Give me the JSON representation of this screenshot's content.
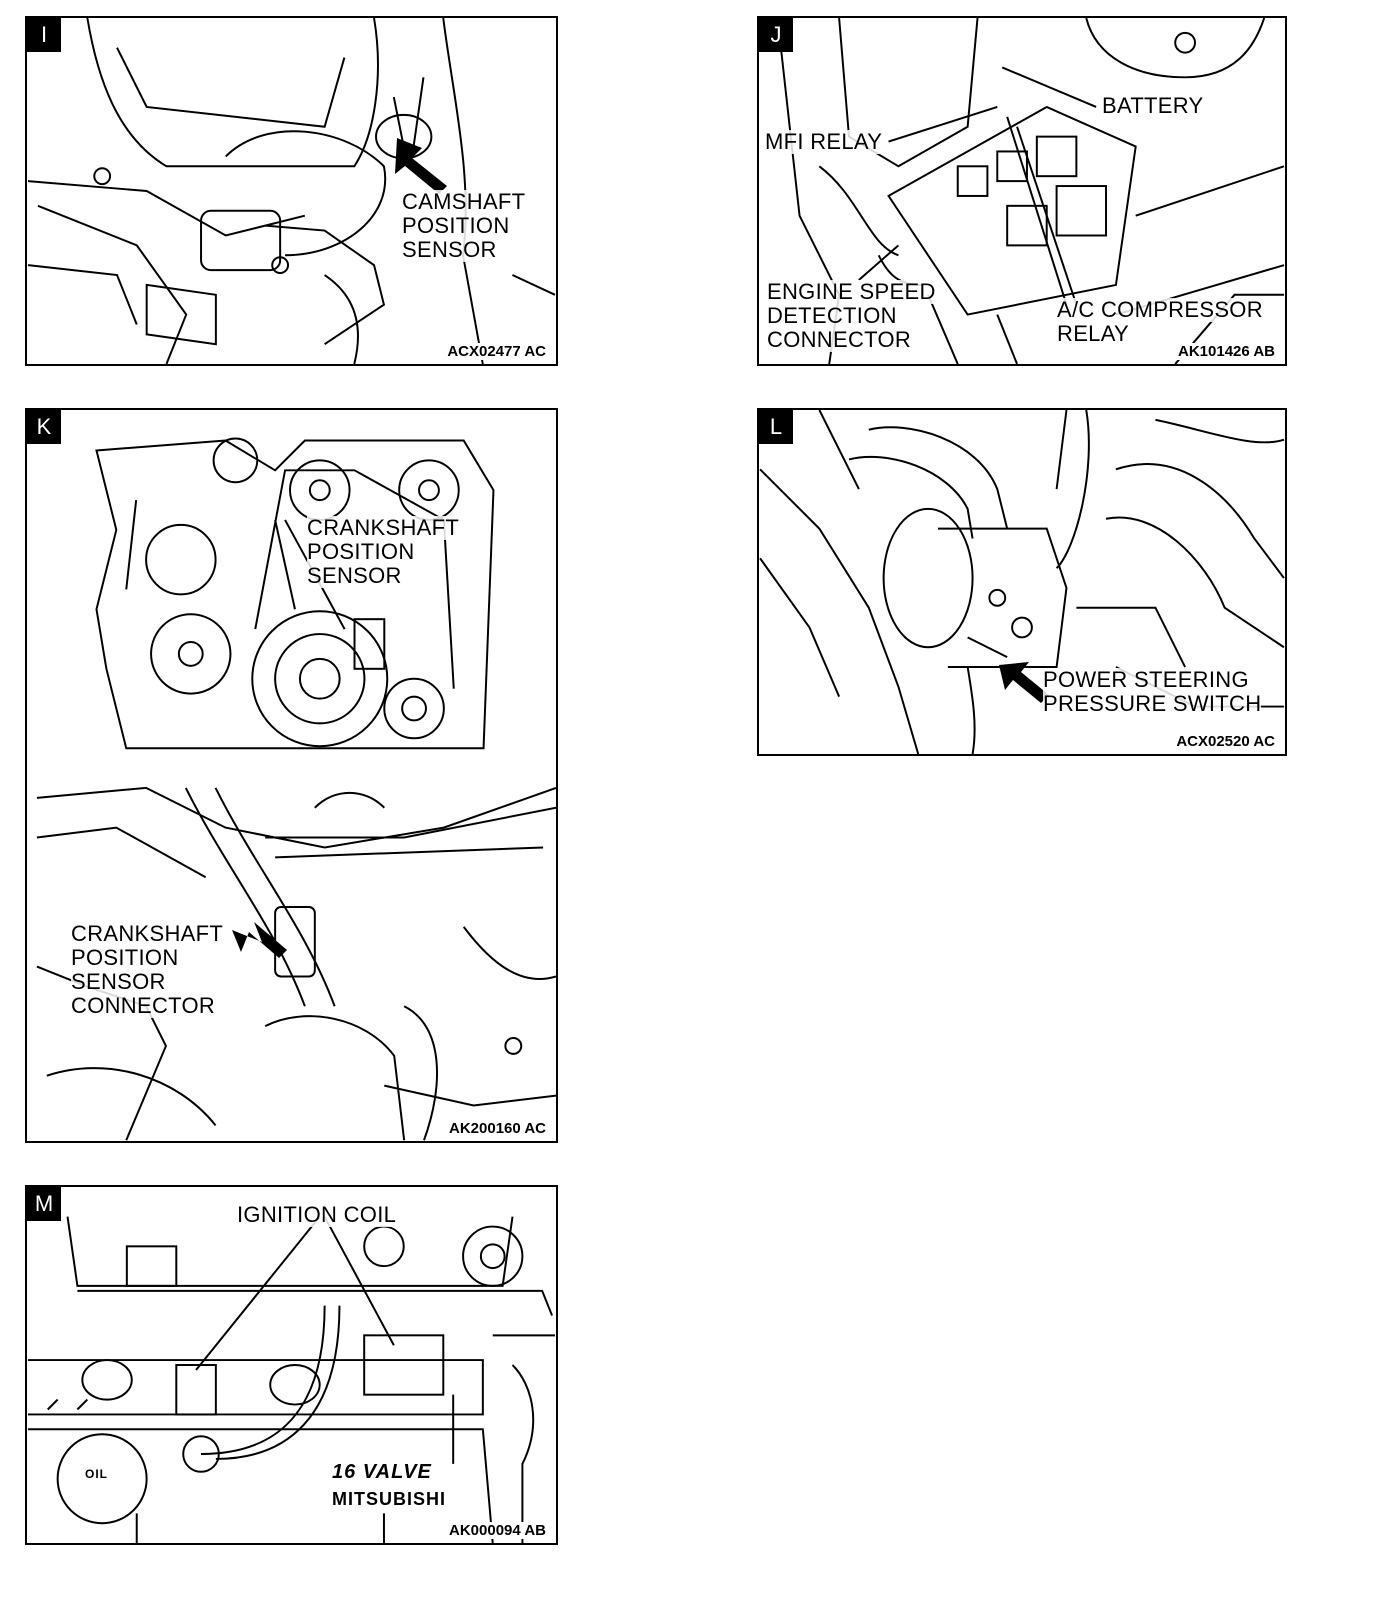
{
  "panels": {
    "i": {
      "letter": "I",
      "code": "ACX02477 AC",
      "labels": [
        "CAMSHAFT",
        "POSITION",
        "SENSOR"
      ]
    },
    "j": {
      "letter": "J",
      "code": "AK101426 AB",
      "battery": "BATTERY",
      "mfi_relay": "MFI RELAY",
      "engine_speed": [
        "ENGINE SPEED",
        "DETECTION",
        "CONNECTOR"
      ],
      "ac_relay": [
        "A/C COMPRESSOR",
        "RELAY"
      ]
    },
    "k": {
      "letter": "K",
      "code": "AK200160 AC",
      "sensor": [
        "CRANKSHAFT",
        "POSITION",
        "SENSOR"
      ],
      "connector": [
        "CRANKSHAFT",
        "POSITION",
        "SENSOR",
        "CONNECTOR"
      ]
    },
    "l": {
      "letter": "L",
      "code": "ACX02520 AC",
      "labels": [
        "POWER STEERING",
        "PRESSURE SWITCH"
      ]
    },
    "m": {
      "letter": "M",
      "code": "AK000094 AB",
      "label": "IGNITION COIL",
      "cover_text": "16 VALVE",
      "brand": "MITSUBISHI",
      "cap_text": "OIL"
    }
  }
}
